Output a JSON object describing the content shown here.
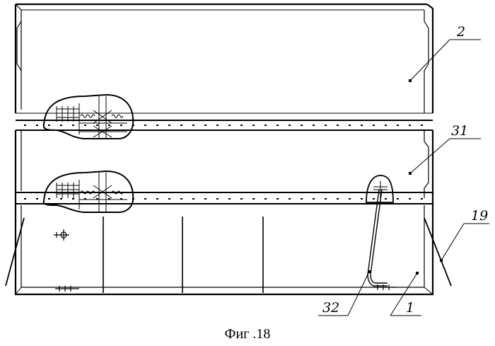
{
  "figure": {
    "caption": "Фиг .18",
    "labels": {
      "l2": "2",
      "l31": "31",
      "l19": "19",
      "l32": "32",
      "l1": "1"
    }
  },
  "colors": {
    "ink": "#000000",
    "paper": "#ffffff"
  }
}
